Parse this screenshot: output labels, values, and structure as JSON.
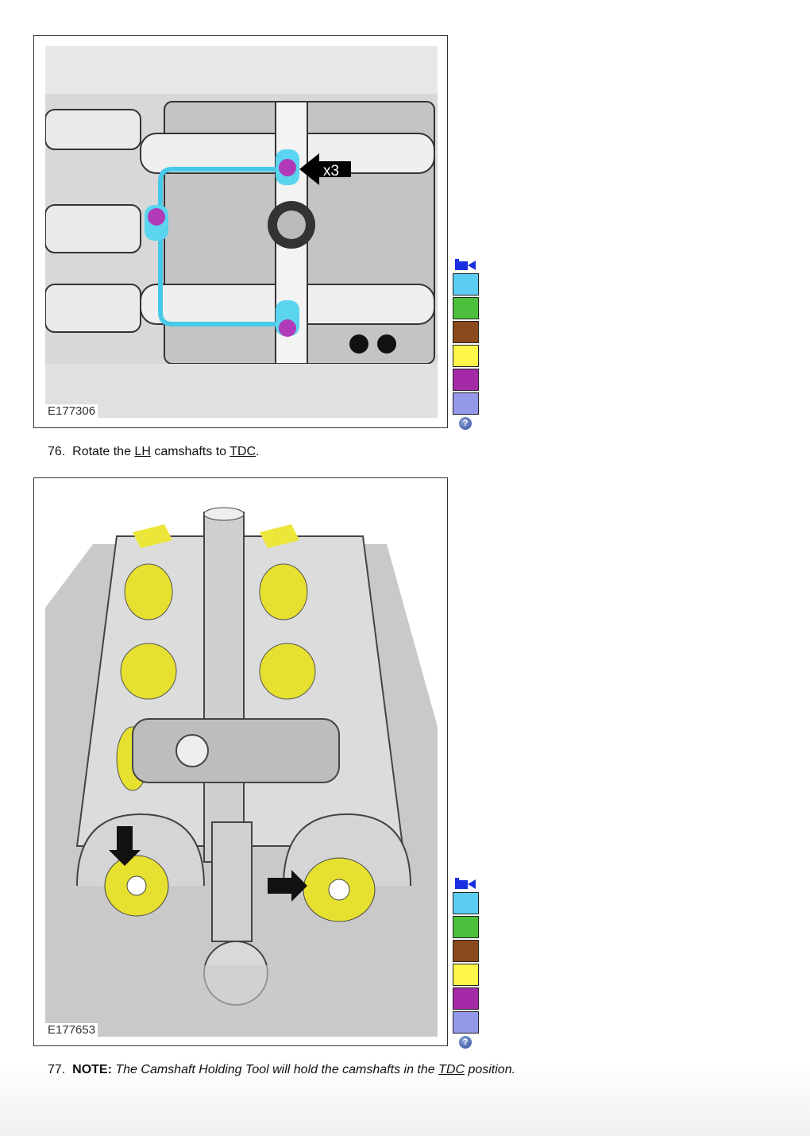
{
  "figures": [
    {
      "id": "E177306",
      "callout": "x3"
    },
    {
      "id": "E177653"
    }
  ],
  "palette": {
    "icon": "camera-icon",
    "colors": [
      "#5bcdf2",
      "#4cbf3c",
      "#8b4a1c",
      "#fff64a",
      "#a42aa8",
      "#9399e8"
    ],
    "help_icon": "?"
  },
  "steps": [
    {
      "number": "76.",
      "pre": "Rotate the",
      "link1": "LH",
      "mid": "camshafts to",
      "link2": "TDC",
      "post": "."
    },
    {
      "number": "77.",
      "note_label": "NOTE:",
      "pre": "The Camshaft Holding Tool will hold the camshafts in the",
      "link": "TDC",
      "post": "position."
    }
  ]
}
